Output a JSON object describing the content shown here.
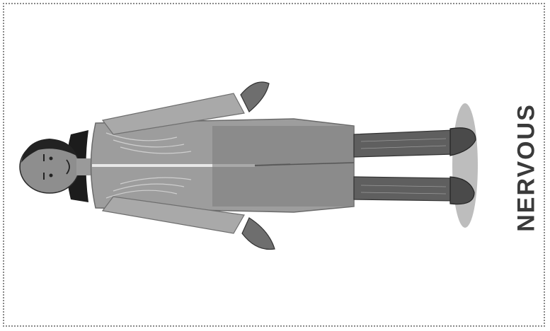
{
  "card": {
    "label": "NERVOUS",
    "label_color": "#3a3a3a",
    "border_color": "#8a8a8a"
  },
  "illustration": {
    "subject": "human-figure-nervous-system",
    "orientation": "rotated-90"
  }
}
